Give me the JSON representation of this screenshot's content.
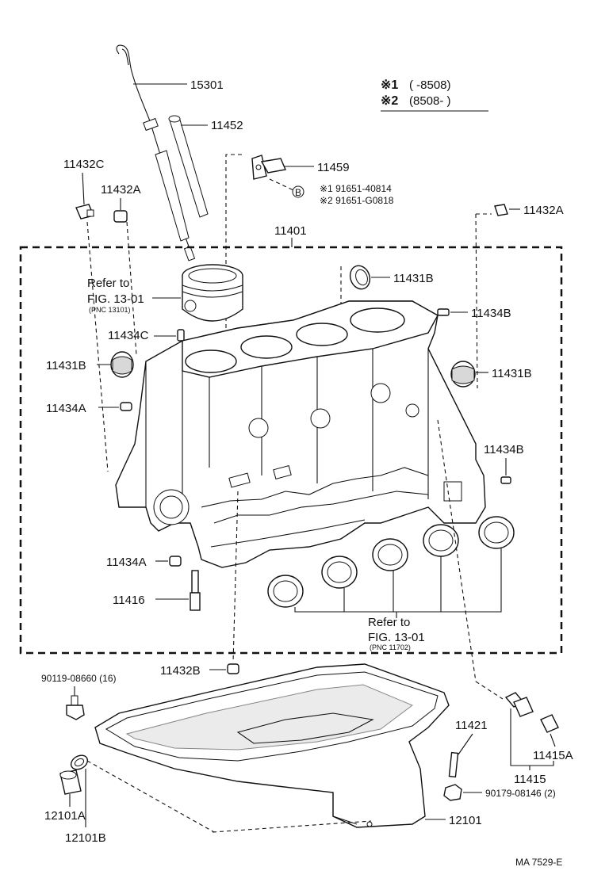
{
  "legend": {
    "note1_mark": "※1",
    "note1_range": "(      -8508)",
    "note2_mark": "※2",
    "note2_range": "(8508-      )"
  },
  "parts": {
    "p15301": "15301",
    "p11452": "11452",
    "p11459": "11459",
    "p11432C": "11432C",
    "p11432A_left": "11432A",
    "p11432A_right": "11432A",
    "bolt_marker": "B",
    "bolt_ref1": "※1 91651-40814",
    "bolt_ref2": "※2 91651-G0818",
    "p11401": "11401",
    "p11431B_top": "11431B",
    "p11431B_left": "11431B",
    "p11431B_right": "11431B",
    "p11434B_top": "11434B",
    "p11434B_right": "11434B",
    "p11434C": "11434C",
    "p11434A_left": "11434A",
    "p11434A_bottom": "11434A",
    "p11416": "11416",
    "p11432B": "11432B",
    "p90119": "90119-08660 (16)",
    "p11421": "11421",
    "p11415A": "11415A",
    "p11415": "11415",
    "p90179": "90179-08146 (2)",
    "p12101A": "12101A",
    "p12101B": "12101B",
    "p12101": "12101"
  },
  "references": {
    "piston_refer": "Refer to",
    "piston_fig": "FIG. 13-01",
    "piston_pnc": "(PNC 13101)",
    "bearing_refer": "Refer to",
    "bearing_fig": "FIG. 13-01",
    "bearing_pnc": "(PNC 11702)"
  },
  "footer": {
    "code": "MA  7529-E"
  }
}
